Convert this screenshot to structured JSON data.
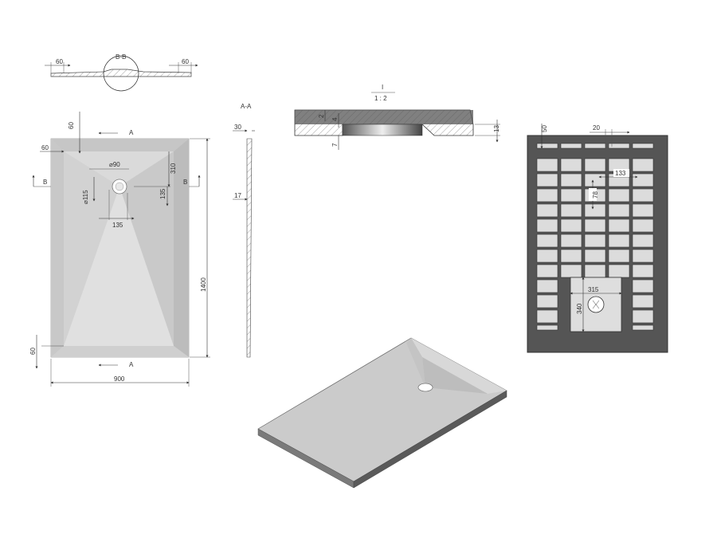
{
  "sections": {
    "bb_label": "B-B",
    "aa_label": "A-A",
    "detail_label": "I",
    "detail_scale": "1 : 2"
  },
  "cut_markers": {
    "a_top": "A",
    "a_bottom": "A",
    "b_left": "B",
    "b_right": "B"
  },
  "dims_bb": {
    "left": "60",
    "right": "60"
  },
  "dims_top_view": {
    "top_margin": "60",
    "left_margin": "60",
    "drain_diameter": "⌀90",
    "outer_diameter": "⌀115",
    "drain_from_top": "310",
    "drain_from_side": "135",
    "drain_offset_x": "135",
    "bottom_margin": "60",
    "width": "900",
    "length": "1400"
  },
  "dims_aa": {
    "thickness": "30",
    "edge": "17"
  },
  "dims_detail": {
    "d1": "2",
    "d2": "4",
    "d3": "7",
    "d4": "13"
  },
  "dims_bottom_view": {
    "edge": "50",
    "rib": "20",
    "cell_w": "133",
    "cell_h": "78",
    "pad_w": "315",
    "pad_h": "340"
  },
  "colors": {
    "tray_fill": "#d0d0d0",
    "tray_face": "#c2c2c2",
    "bottom_bg": "#505050",
    "cell_fill": "#dcdcdc"
  }
}
